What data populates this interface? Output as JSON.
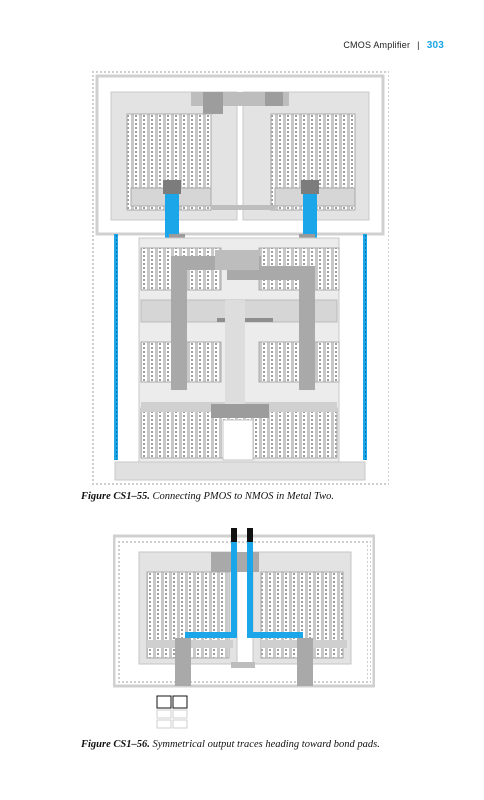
{
  "header": {
    "running_title": "CMOS Amplifier",
    "separator": "|",
    "page_number": "303"
  },
  "figures": [
    {
      "id": "CS1-55",
      "label": "Figure CS1–55.",
      "caption": "Connecting PMOS to NMOS in Metal Two."
    },
    {
      "id": "CS1-56",
      "label": "Figure CS1–56.",
      "caption": "Symmetrical output traces heading toward bond pads."
    }
  ],
  "colors": {
    "metal_two": "#1aa6e8",
    "metal_one": "#bdbdbd",
    "well": "#d6d6d6",
    "dots": "#cfcfcf",
    "page_number": "#1aa6e8"
  }
}
